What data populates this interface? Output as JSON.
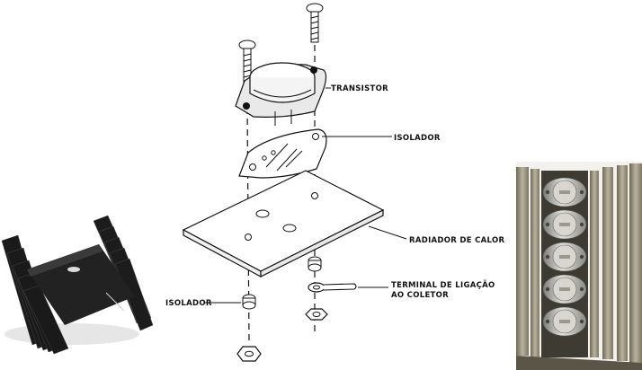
{
  "labels": {
    "transistor": "TRANSISTOR",
    "isolador_top": "ISOLADOR",
    "radiador": "RADIADOR DE CALOR",
    "terminal_line1": "TERMINAL DE LIGAÇÃO",
    "terminal_line2": "AO COLETOR",
    "isolador_left": "ISOLADOR"
  },
  "colors": {
    "heatsink_black": "#161616",
    "heatsink_beige": "#a39c8a",
    "transistor_metal": "#b9b9b4"
  }
}
